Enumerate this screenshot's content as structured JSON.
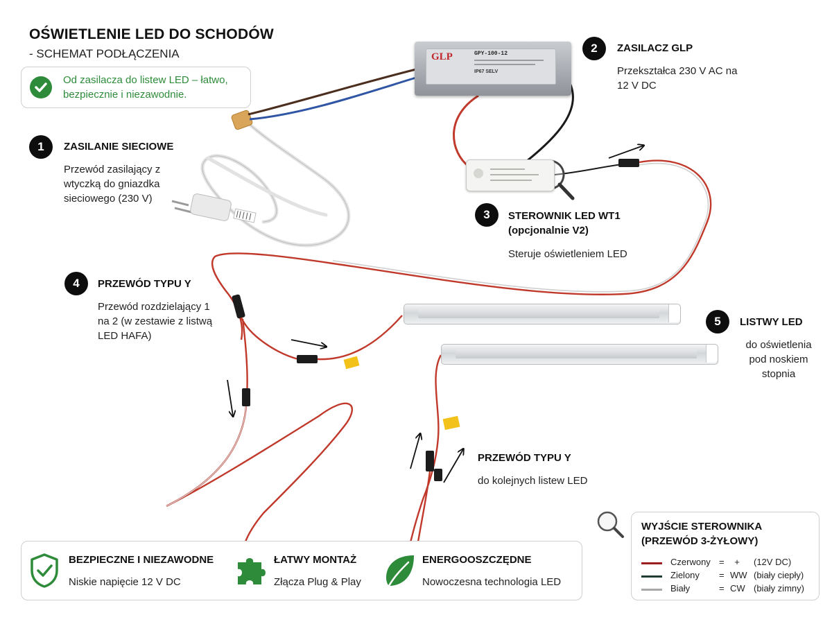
{
  "title": "OŚWIETLENIE LED DO SCHODÓW",
  "subtitle": "- SCHEMAT PODŁĄCZENIA",
  "note": "Od zasilacza do listew LED – łatwo, bezpiecznie i niezawodnie.",
  "psu_label": {
    "logo": "GLP",
    "model": "GPY-100-12",
    "rating": "IP67 SELV"
  },
  "sections": [
    {
      "num": "1",
      "title": "ZASILANIE SIECIOWE",
      "desc": "Przewód zasilający z wtyczką do gniazdka sieciowego (230 V)"
    },
    {
      "num": "2",
      "title": "ZASILACZ GLP",
      "desc": "Przekształca 230 V AC na 12 V DC"
    },
    {
      "num": "3",
      "title": "STEROWNIK LED WT1 (opcjonalnie V2)",
      "desc": "Steruje oświetleniem LED"
    },
    {
      "num": "4",
      "title": "PRZEWÓD TYPU Y",
      "desc": "Przewód rozdzielający 1 na 2 (w zestawie z listwą LED HAFA)"
    },
    {
      "num": "5",
      "title": "LISTWY LED",
      "desc": "do oświetlenia pod noskiem stopnia"
    }
  ],
  "y_cable_2": {
    "title": "PRZEWÓD TYPU Y",
    "desc": "do kolejnych listew LED"
  },
  "features": [
    {
      "icon": "shield-check-icon",
      "title": "BEZPIECZNE I NIEZAWODNE",
      "desc": "Niskie napięcie 12 V DC",
      "color": "#2e8b3a"
    },
    {
      "icon": "puzzle-icon",
      "title": "ŁATWY MONTAŻ",
      "desc": "Złącza Plug & Play",
      "color": "#2e8b3a"
    },
    {
      "icon": "leaf-icon",
      "title": "ENERGOOSZCZĘDNE",
      "desc": "Nowoczesna technologia LED",
      "color": "#2e8b3a"
    }
  ],
  "legend": {
    "title_line1": "WYJŚCIE STEROWNIKA",
    "title_line2": "(PRZEWÓD 3-ŻYŁOWY)",
    "rows": [
      {
        "name": "Czerwony",
        "eq": "=",
        "code": "+",
        "extra": "(12V DC)",
        "color": "#9c1d1d"
      },
      {
        "name": "Zielony",
        "eq": "=",
        "code": "WW",
        "extra": "(biały ciepły)",
        "color": "#1f3d33"
      },
      {
        "name": "Biały",
        "eq": "=",
        "code": "CW",
        "extra": "(biały zimny)",
        "color": "#a8a8a8"
      }
    ]
  },
  "colors": {
    "accent_green": "#2e8b3a",
    "wire_red": "#c0392b",
    "wire_black": "#1a1a1a",
    "wire_blue": "#2f55a4",
    "wire_white": "#e4e4e4",
    "tag_yellow": "#f2c21b"
  }
}
